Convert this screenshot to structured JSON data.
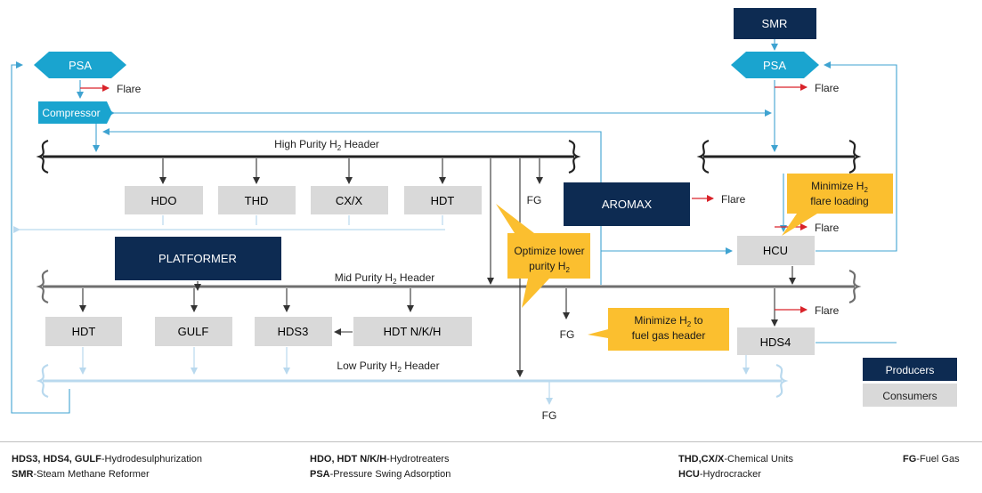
{
  "colors": {
    "producer": "#0d2b52",
    "consumer": "#d9d9d9",
    "psa": "#1aa4cf",
    "callout": "#fbbf2f",
    "flow_line": "#3fa3d1",
    "light_line": "#b9d9ee",
    "flare_arrow": "#d9232a",
    "header_dark": "#222222",
    "header_mid": "#6f6f6f"
  },
  "units": {
    "smr": "SMR",
    "psa_left": "PSA",
    "psa_right": "PSA",
    "compressor": "Compressor",
    "platformer": "PLATFORMER",
    "aromax": "AROMAX",
    "hdo": "HDO",
    "thd": "THD",
    "cxx": "CX/X",
    "hdt_top": "HDT",
    "hcu": "HCU",
    "hdt_bottom": "HDT",
    "gulf": "GULF",
    "hds3": "HDS3",
    "hdtnkh": "HDT N/K/H",
    "hds4": "HDS4"
  },
  "headers": {
    "high": {
      "prefix": "High Purity H",
      "sub": "2",
      "suffix": " Header"
    },
    "mid": {
      "prefix": "Mid Purity H",
      "sub": "2",
      "suffix": " Header"
    },
    "low": {
      "prefix": "Low Purity H",
      "sub": "2",
      "suffix": " Header"
    }
  },
  "flow_labels": {
    "flare": "Flare",
    "fg": "FG"
  },
  "callouts": {
    "flare_loading": {
      "line1_prefix": "Minimize H",
      "line1_sub": "2",
      "line2": "flare loading"
    },
    "lower_purity": {
      "line1": "Optimize lower",
      "line2_prefix": "purity H",
      "line2_sub": "2"
    },
    "fuel_gas": {
      "line1_prefix": "Minimize H",
      "line1_sub": "2",
      "line1_suffix": " to",
      "line2": "fuel gas header"
    }
  },
  "legend": {
    "producers": "Producers",
    "consumers": "Consumers"
  },
  "abbreviations": [
    {
      "key": "HDS3, HDS4, GULF",
      "desc": "-Hydrodesulphurization"
    },
    {
      "key": "SMR",
      "desc": "-Steam Methane Reformer"
    },
    {
      "key": "HDO, HDT N/K/H",
      "desc": "-Hydrotreaters"
    },
    {
      "key": "PSA",
      "desc": "-Pressure Swing Adsorption"
    },
    {
      "key": "THD,CX/X",
      "desc": "-Chemical Units"
    },
    {
      "key": "HCU",
      "desc": "-Hydrocracker"
    },
    {
      "key": "FG",
      "desc": "-Fuel Gas"
    }
  ]
}
